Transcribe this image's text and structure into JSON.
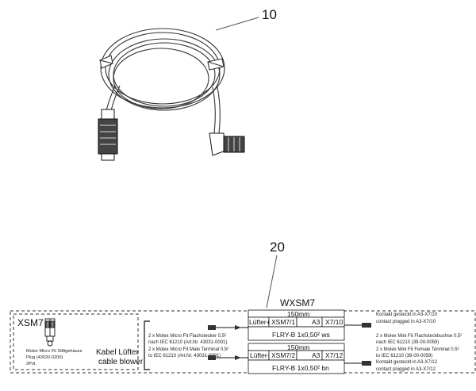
{
  "figure": {
    "callouts": {
      "cable": "10",
      "harness": "20"
    }
  },
  "harness": {
    "designation": "WXSM7",
    "connector": {
      "id": "XSM7",
      "description": [
        "Molex Micro Fit Stiftgehäuse",
        "Plug (43020-0200)",
        "2Pol."
      ]
    },
    "cable_name": {
      "de": "Kabel Lüfter",
      "en": "cable blower"
    },
    "left_terminal_note": [
      "2 x Molex Micro Fit Flachstecker 0,5²",
      "nach IEC 61210 (Art.Nr. 43031-0001)",
      "2 x Molex Micro Fit Male Terminal 0,5²",
      "to IEC 61210 (Art.Nr. 43031-0001)"
    ],
    "wires": [
      {
        "length": "150mm",
        "signal": "Lüfter+",
        "from": "XSM7/1",
        "to_device": "A3",
        "to_pin": "X7/10",
        "cable_type": "FLRY-B 1x0,50² ws",
        "contact_note": [
          "Kontakt gesteckt in A3-X7/10",
          "contact plugged in A3-X7/10"
        ]
      },
      {
        "length": "150mm",
        "signal": "Lüfter-",
        "from": "XSM7/2",
        "to_device": "A3",
        "to_pin": "X7/12",
        "cable_type": "FLRY-B 1x0,50² bn",
        "contact_note": [
          "Kontakt gesteckt in A3-X7/12",
          "contact plugged in A3-X7/12"
        ]
      }
    ],
    "right_terminal_note": [
      "2 x Molex Mini Fit Flachsteckbuchse 0,5²",
      "nach IEC 61210 (39-00-0059)",
      "2 x Molex Mini Fit Female Terminal 0,5²",
      "to IEC 61210 (39-00-0059)"
    ]
  }
}
